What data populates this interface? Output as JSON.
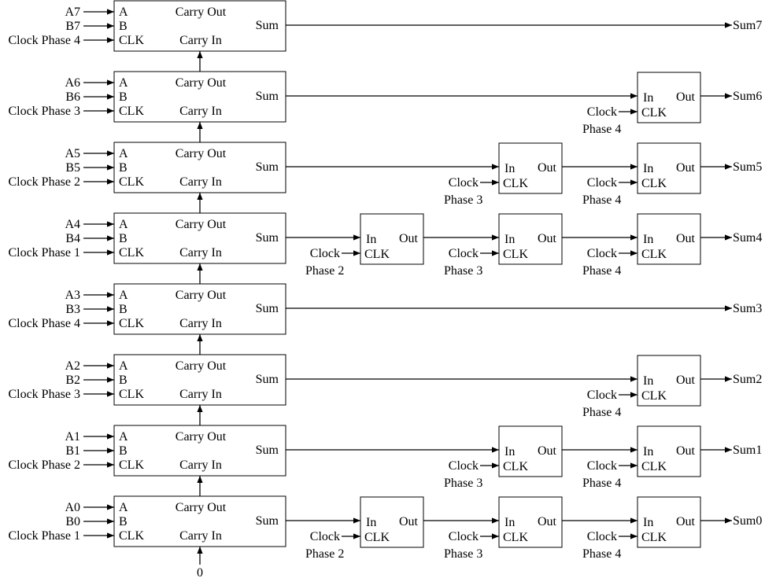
{
  "adder_labels": {
    "a": "A",
    "b": "B",
    "clk": "CLK",
    "carry_out": "Carry Out",
    "carry_in": "Carry In",
    "sum": "Sum"
  },
  "register_labels": {
    "in": "In",
    "out": "Out",
    "clk": "CLK",
    "clock": "Clock"
  },
  "carry_in_value": "0",
  "stages": [
    {
      "a": "A7",
      "b": "B7",
      "clock": "Clock Phase 4",
      "registers": [],
      "output": "Sum7"
    },
    {
      "a": "A6",
      "b": "B6",
      "clock": "Clock Phase 3",
      "registers": [
        "Phase 4"
      ],
      "output": "Sum6"
    },
    {
      "a": "A5",
      "b": "B5",
      "clock": "Clock Phase 2",
      "registers": [
        "Phase 3",
        "Phase 4"
      ],
      "output": "Sum5"
    },
    {
      "a": "A4",
      "b": "B4",
      "clock": "Clock Phase 1",
      "registers": [
        "Phase 2",
        "Phase 3",
        "Phase 4"
      ],
      "output": "Sum4"
    },
    {
      "a": "A3",
      "b": "B3",
      "clock": "Clock Phase 4",
      "registers": [],
      "output": "Sum3"
    },
    {
      "a": "A2",
      "b": "B2",
      "clock": "Clock Phase 3",
      "registers": [
        "Phase 4"
      ],
      "output": "Sum2"
    },
    {
      "a": "A1",
      "b": "B1",
      "clock": "Clock Phase 2",
      "registers": [
        "Phase 3",
        "Phase 4"
      ],
      "output": "Sum1"
    },
    {
      "a": "A0",
      "b": "B0",
      "clock": "Clock Phase 1",
      "registers": [
        "Phase 2",
        "Phase 3",
        "Phase 4"
      ],
      "output": "Sum0"
    }
  ]
}
